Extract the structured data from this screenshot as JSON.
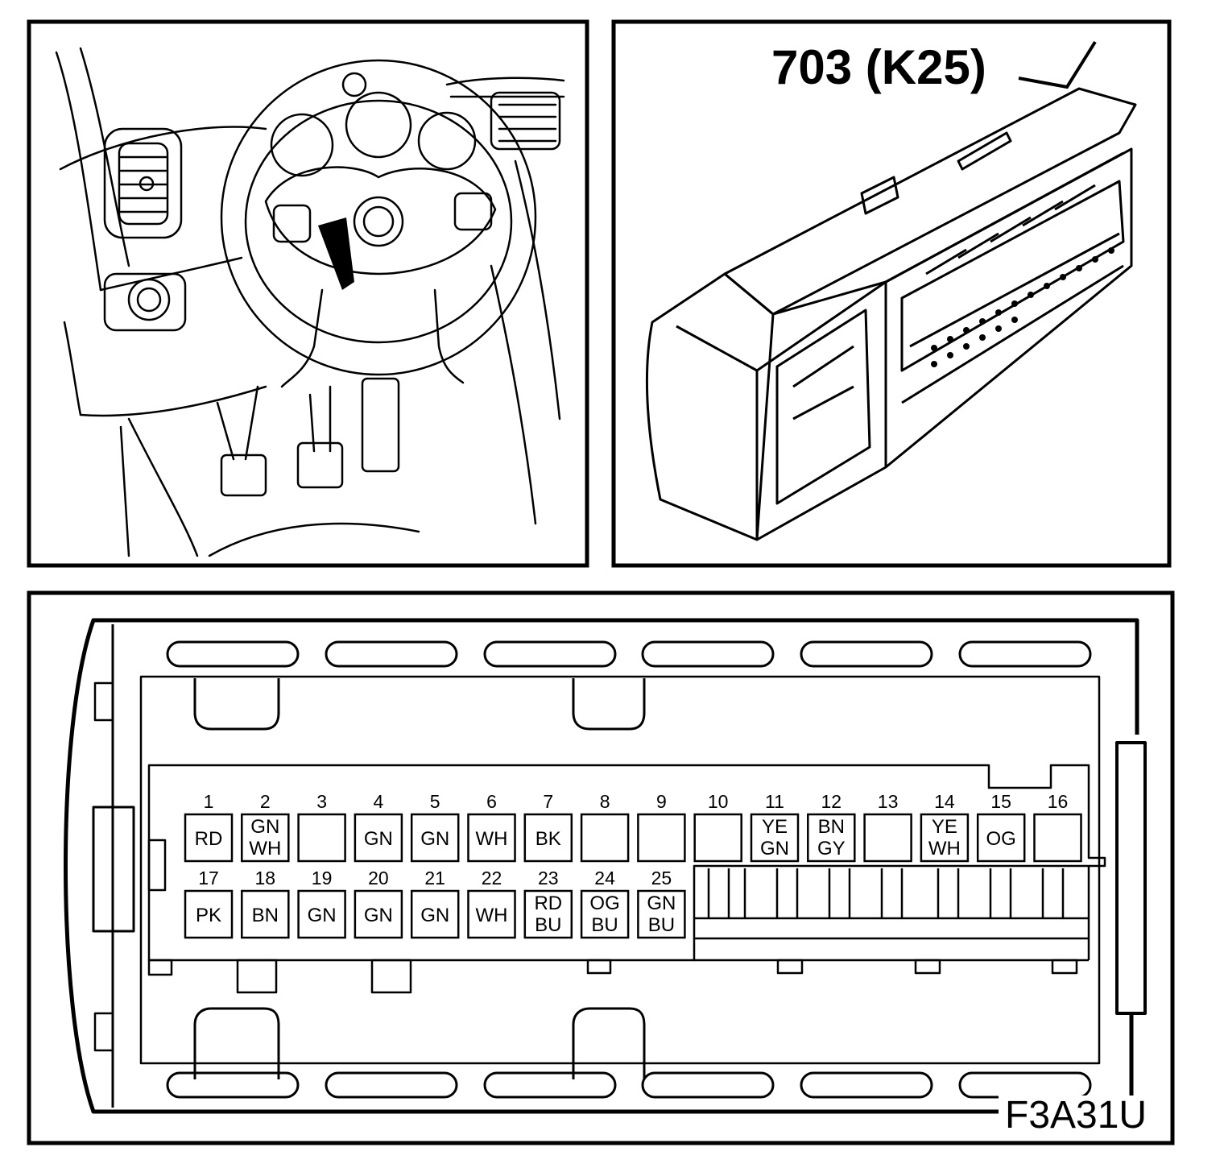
{
  "connector": {
    "label": "703 (K25)",
    "figure_id": "F3A31U"
  },
  "pins": [
    {
      "num": "1",
      "colors": [
        "RD"
      ]
    },
    {
      "num": "2",
      "colors": [
        "GN",
        "WH"
      ]
    },
    {
      "num": "3",
      "colors": []
    },
    {
      "num": "4",
      "colors": [
        "GN"
      ]
    },
    {
      "num": "5",
      "colors": [
        "GN"
      ]
    },
    {
      "num": "6",
      "colors": [
        "WH"
      ]
    },
    {
      "num": "7",
      "colors": [
        "BK"
      ]
    },
    {
      "num": "8",
      "colors": []
    },
    {
      "num": "9",
      "colors": []
    },
    {
      "num": "10",
      "colors": []
    },
    {
      "num": "11",
      "colors": [
        "YE",
        "GN"
      ]
    },
    {
      "num": "12",
      "colors": [
        "BN",
        "GY"
      ]
    },
    {
      "num": "13",
      "colors": []
    },
    {
      "num": "14",
      "colors": [
        "YE",
        "WH"
      ]
    },
    {
      "num": "15",
      "colors": [
        "OG"
      ]
    },
    {
      "num": "16",
      "colors": []
    },
    {
      "num": "17",
      "colors": [
        "PK"
      ]
    },
    {
      "num": "18",
      "colors": [
        "BN"
      ]
    },
    {
      "num": "19",
      "colors": [
        "GN"
      ]
    },
    {
      "num": "20",
      "colors": [
        "GN"
      ]
    },
    {
      "num": "21",
      "colors": [
        "GN"
      ]
    },
    {
      "num": "22",
      "colors": [
        "WH"
      ]
    },
    {
      "num": "23",
      "colors": [
        "RD",
        "BU"
      ]
    },
    {
      "num": "24",
      "colors": [
        "OG",
        "BU"
      ]
    },
    {
      "num": "25",
      "colors": [
        "GN",
        "BU"
      ]
    }
  ]
}
